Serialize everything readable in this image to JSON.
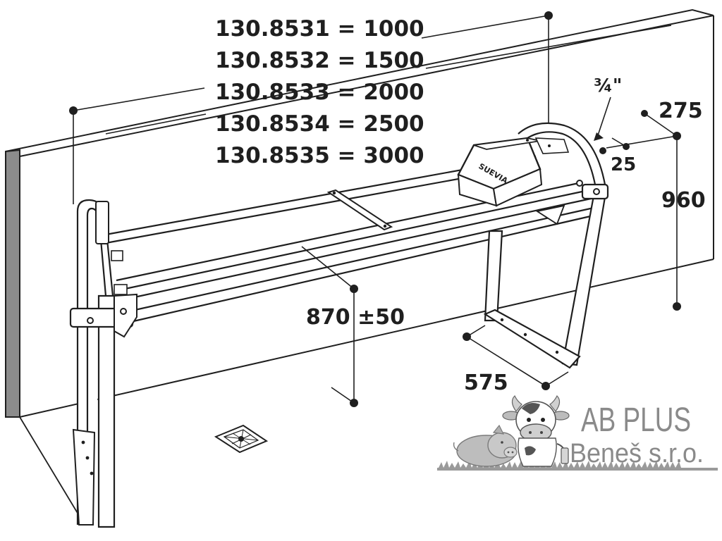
{
  "models": [
    {
      "code": "130.8531",
      "length": "1000"
    },
    {
      "code": "130.8532",
      "length": "1500"
    },
    {
      "code": "130.8533",
      "length": "2000"
    },
    {
      "code": "130.8534",
      "length": "2500"
    },
    {
      "code": "130.8535",
      "length": "3000"
    }
  ],
  "dimensions": {
    "pipe": "¾\"",
    "depth": "275",
    "offset": "25",
    "height": "960",
    "trough_height": "870 ±50",
    "foot_width": "575"
  },
  "device_label": "SUEVIA",
  "brand": {
    "name": "AB PLUS",
    "sub": "Beneš s.r.o."
  },
  "colors": {
    "ink": "#1f1f1f",
    "wall_side": "#8c8c8c",
    "brand_gray": "#8a8a8a"
  }
}
